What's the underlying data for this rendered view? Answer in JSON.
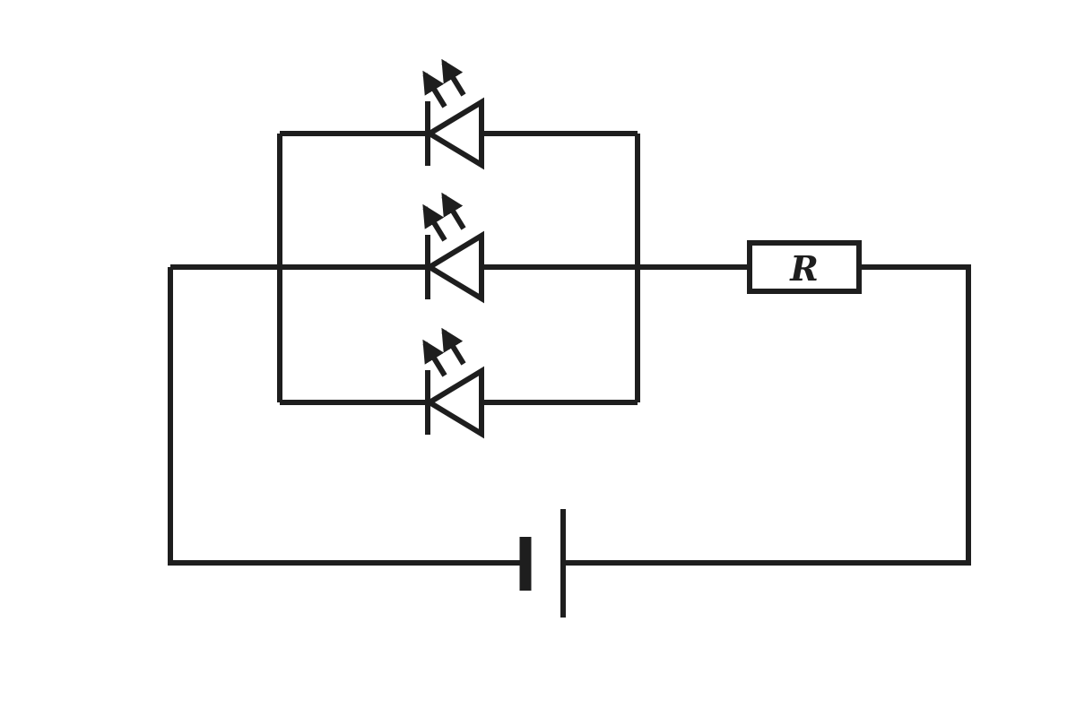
{
  "colors": {
    "stroke": "#1e1e1e",
    "background": "#ffffff",
    "text": "#1e1e1e"
  },
  "components": {
    "resistor": {
      "label": "R"
    },
    "leds": [
      {
        "name": "led-top"
      },
      {
        "name": "led-middle"
      },
      {
        "name": "led-bottom"
      }
    ],
    "battery": {
      "cells": 1
    }
  }
}
